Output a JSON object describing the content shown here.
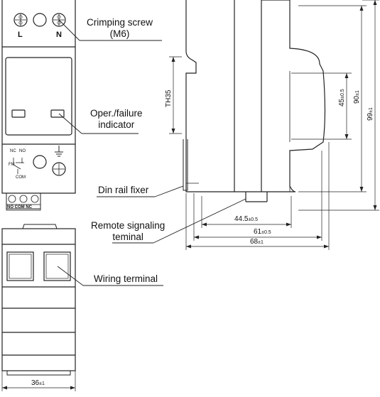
{
  "callouts": {
    "crimping_screw": "Crimping screw\n(M6)",
    "indicator": "Oper./failure\nindicator",
    "din_rail_fixer": "Din rail fixer",
    "remote_signaling": "Remote signaling\nteminal",
    "wiring_terminal": "Wiring terminal"
  },
  "terminals": {
    "left": "L",
    "right": "N",
    "nc": "NC",
    "no": "NO",
    "fm": "FM",
    "com": "COM",
    "bottom_strip": "NO COM NC"
  },
  "dimensions": {
    "width_36": {
      "value": "36",
      "tol": "±1"
    },
    "d_44_5": {
      "value": "44.5",
      "tol": "±0.5"
    },
    "d_61": {
      "value": "61",
      "tol": "±0.5"
    },
    "d_68": {
      "value": "68",
      "tol": "±1"
    },
    "h_45": {
      "value": "45",
      "tol": "±0.5"
    },
    "h_90": {
      "value": "90",
      "tol": "±1"
    },
    "h_99": {
      "value": "99",
      "tol": "±1"
    },
    "rail": "TH35"
  }
}
